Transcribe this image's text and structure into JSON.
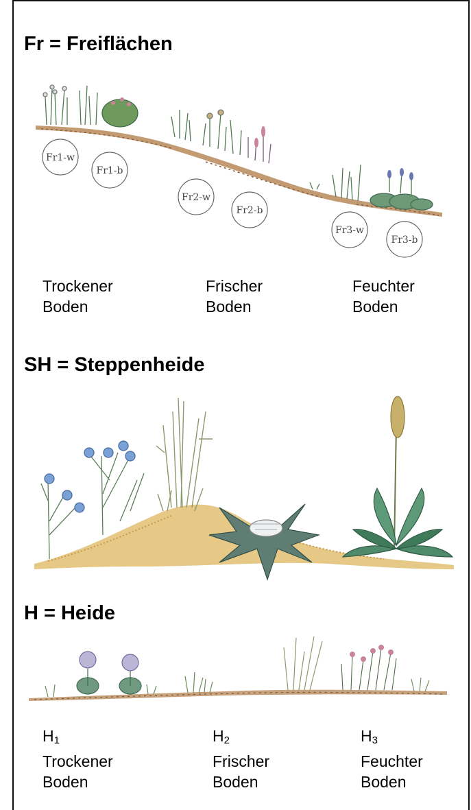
{
  "sections": {
    "fr": {
      "title": "Fr = Freiflächen",
      "circles": [
        "Fr1-w",
        "Fr1-b",
        "Fr2-w",
        "Fr2-b",
        "Fr3-w",
        "Fr3-b"
      ],
      "captions": [
        {
          "line1": "Trockener",
          "line2": "Boden"
        },
        {
          "line1": "Frischer",
          "line2": "Boden"
        },
        {
          "line1": "Feuchter",
          "line2": "Boden"
        }
      ]
    },
    "sh": {
      "title": "SH = Steppenheide"
    },
    "h": {
      "title": "H = Heide",
      "captions": [
        {
          "code": "H",
          "sub": "1",
          "line1": "Trockener",
          "line2": "Boden"
        },
        {
          "code": "H",
          "sub": "2",
          "line1": "Frischer",
          "line2": "Boden"
        },
        {
          "code": "H",
          "sub": "3",
          "line1": "Feuchter",
          "line2": "Boden"
        }
      ]
    }
  },
  "colors": {
    "soil": "#b98a5a",
    "sand": "#e3c27a",
    "leaf": "#5f8a6a",
    "leaf_dark": "#3f6b55",
    "flower_blue": "#7aa0d6",
    "flower_pink": "#c9849a"
  }
}
